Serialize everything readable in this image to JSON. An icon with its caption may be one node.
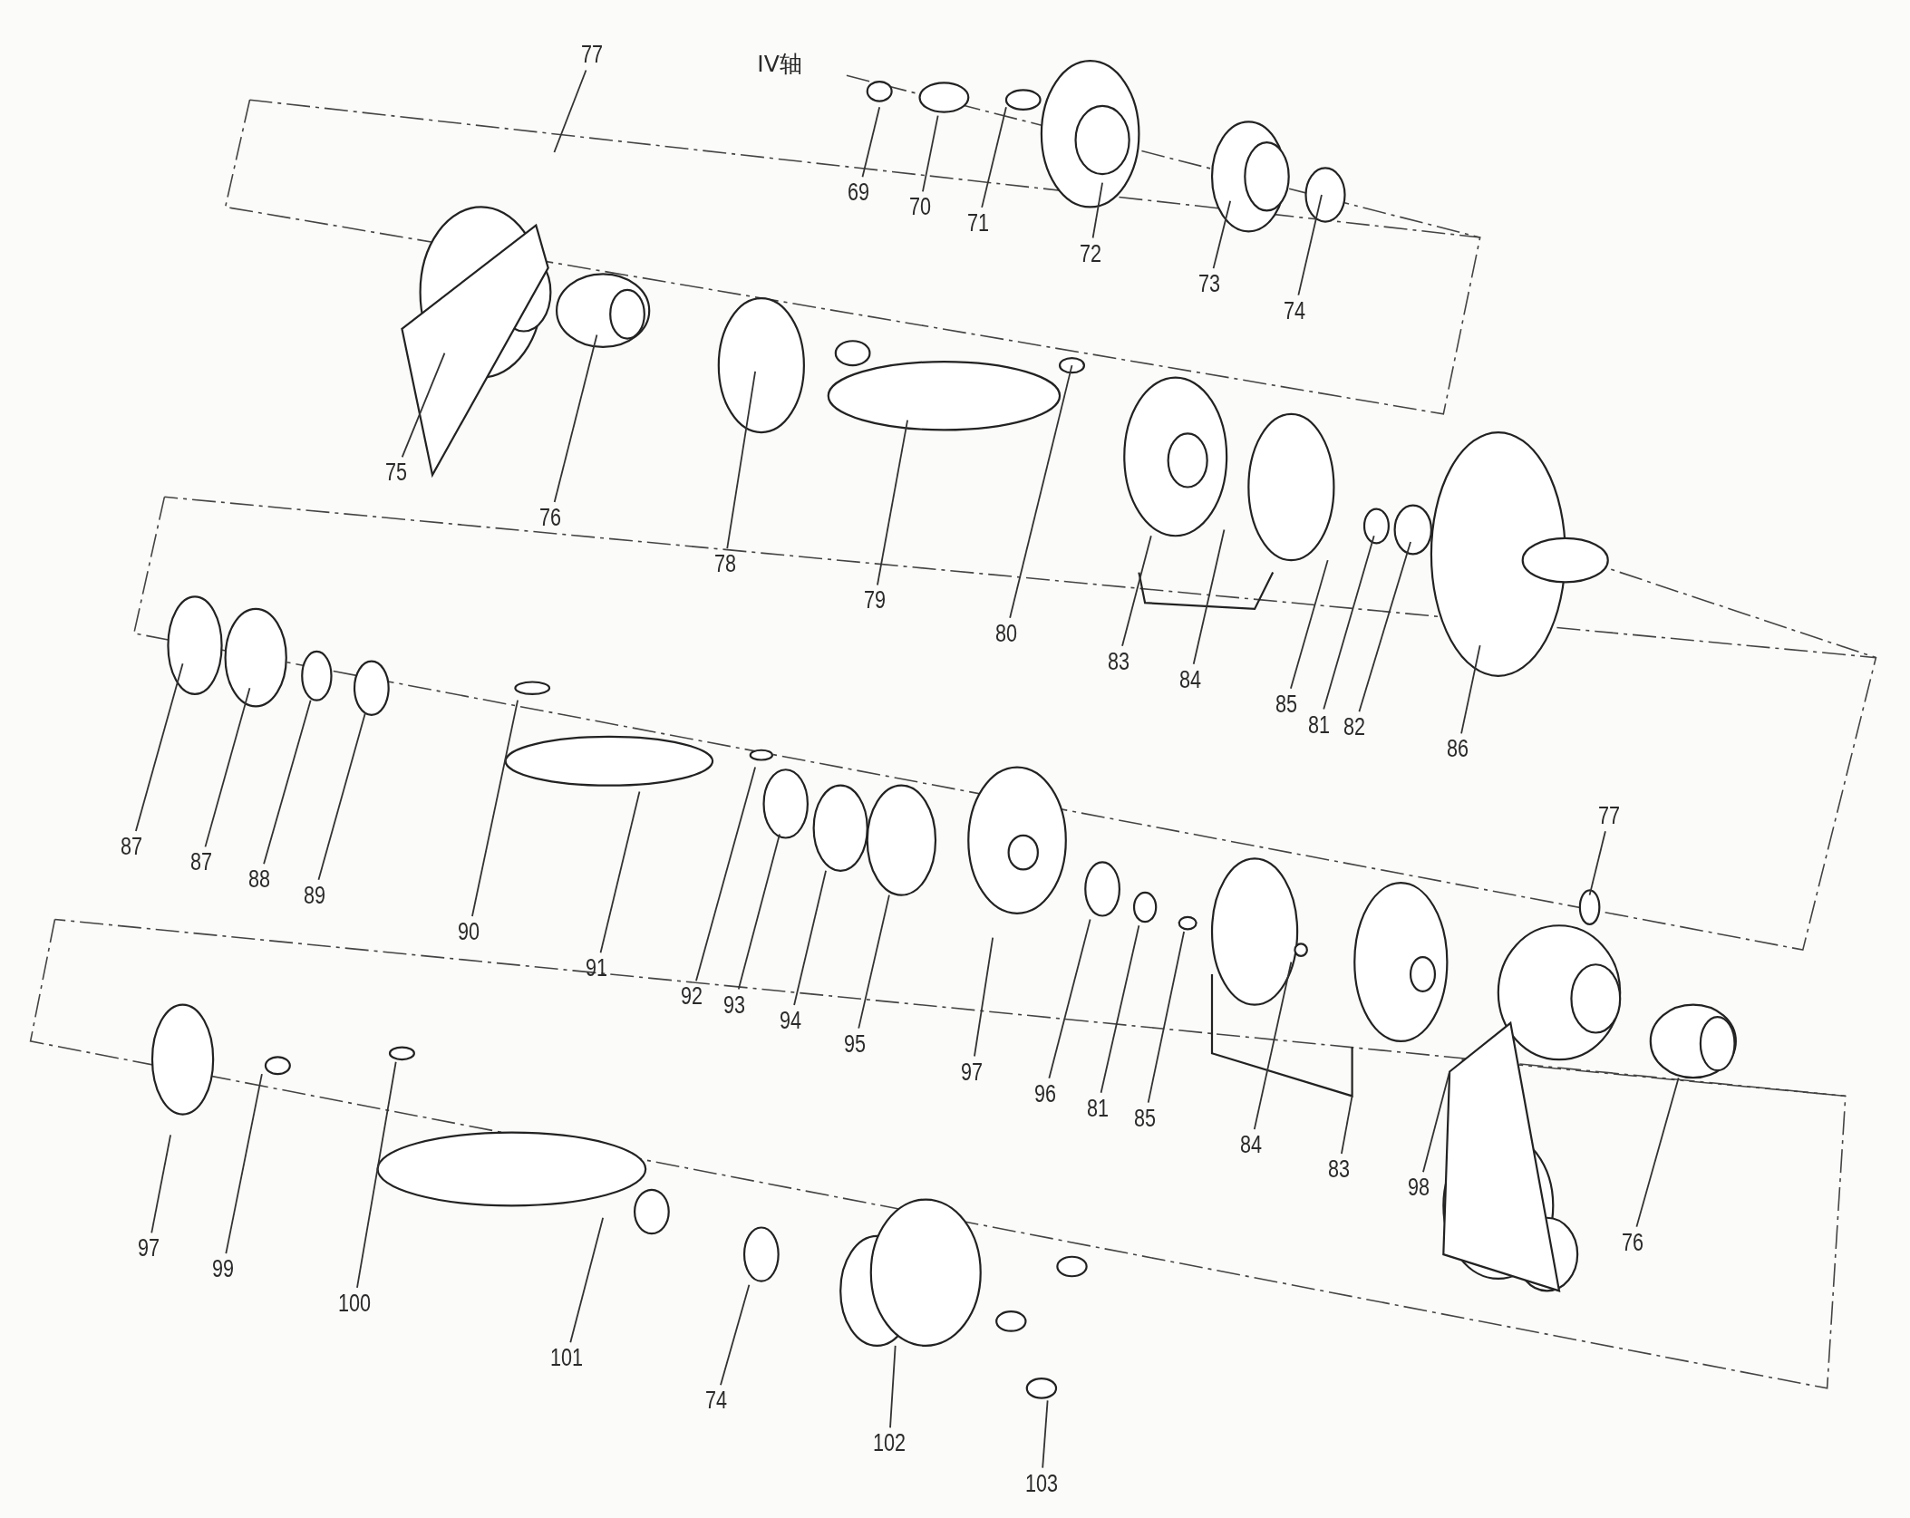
{
  "diagram": {
    "nodes": [
      {
        "text": [
          "77"
        ]
      },
      {
        "text": [
          "69"
        ]
      },
      {
        "text": [
          "70"
        ]
      },
      {
        "text": [
          "71"
        ]
      },
      {
        "text": [
          "72"
        ]
      },
      {
        "text": [
          "73"
        ]
      },
      {
        "text": [
          "74"
        ]
      },
      {
        "text": [
          "75"
        ]
      },
      {
        "text": [
          "76"
        ]
      },
      {
        "text": [
          "78"
        ]
      },
      {
        "text": [
          "79"
        ]
      },
      {
        "text": [
          "80"
        ]
      },
      {
        "text": [
          "83"
        ]
      },
      {
        "text": [
          "84"
        ]
      },
      {
        "text": [
          "85"
        ]
      },
      {
        "text": [
          "81"
        ]
      },
      {
        "text": [
          "82"
        ]
      },
      {
        "text": [
          "86"
        ]
      },
      {
        "text": [
          "87"
        ]
      },
      {
        "text": [
          "87"
        ]
      },
      {
        "text": [
          "88"
        ]
      },
      {
        "text": [
          "89"
        ]
      },
      {
        "text": [
          "90"
        ]
      },
      {
        "text": [
          "91"
        ]
      },
      {
        "text": [
          "92"
        ]
      },
      {
        "text": [
          "93"
        ]
      },
      {
        "text": [
          "94"
        ]
      },
      {
        "text": [
          "95"
        ]
      },
      {
        "text": [
          "97"
        ]
      },
      {
        "text": [
          "96"
        ]
      },
      {
        "text": [
          "81"
        ]
      },
      {
        "text": [
          "85"
        ]
      },
      {
        "text": [
          "84"
        ]
      },
      {
        "text": [
          "83"
        ]
      },
      {
        "text": [
          "77"
        ]
      },
      {
        "text": [
          "98"
        ]
      },
      {
        "text": [
          "76"
        ]
      },
      {
        "text": [
          "97"
        ]
      },
      {
        "text": [
          "99"
        ]
      },
      {
        "text": [
          "100"
        ]
      },
      {
        "text": [
          "101"
        ]
      },
      {
        "text": [
          "74"
        ]
      },
      {
        "text": [
          "102"
        ]
      },
      {
        "text": [
          "103"
        ]
      }
    ],
    "edges": [
      {
        "from": 0,
        "to": null,
        "arrow": "none"
      },
      {
        "from": 1,
        "to": null,
        "arrow": "none"
      },
      {
        "from": 2,
        "to": null,
        "arrow": "none"
      },
      {
        "from": 3,
        "to": null,
        "arrow": "none"
      },
      {
        "from": 4,
        "to": null,
        "arrow": "none"
      },
      {
        "from": 5,
        "to": null,
        "arrow": "none"
      },
      {
        "from": 6,
        "to": null,
        "arrow": "none"
      },
      {
        "from": 7,
        "to": null,
        "arrow": "none"
      },
      {
        "from": 8,
        "to": null,
        "arrow": "none"
      },
      {
        "from": 9,
        "to": null,
        "arrow": "none"
      },
      {
        "from": 10,
        "to": null,
        "arrow": "none"
      },
      {
        "from": 11,
        "to": null,
        "arrow": "none"
      },
      {
        "from": 12,
        "to": null,
        "arrow": "none"
      },
      {
        "from": 13,
        "to": null,
        "arrow": "none"
      },
      {
        "from": 14,
        "to": null,
        "arrow": "none"
      },
      {
        "from": 15,
        "to": null,
        "arrow": "none"
      },
      {
        "from": 16,
        "to": null,
        "arrow": "none"
      },
      {
        "from": 17,
        "to": null,
        "arrow": "none"
      },
      {
        "from": 18,
        "to": null,
        "arrow": "none"
      },
      {
        "from": 19,
        "to": null,
        "arrow": "none"
      },
      {
        "from": 20,
        "to": null,
        "arrow": "none"
      },
      {
        "from": 21,
        "to": null,
        "arrow": "none"
      },
      {
        "from": 22,
        "to": null,
        "arrow": "none"
      },
      {
        "from": 23,
        "to": null,
        "arrow": "none"
      },
      {
        "from": 24,
        "to": null,
        "arrow": "none"
      },
      {
        "from": 25,
        "to": null,
        "arrow": "none"
      },
      {
        "from": 26,
        "to": null,
        "arrow": "none"
      },
      {
        "from": 27,
        "to": null,
        "arrow": "none"
      },
      {
        "from": 28,
        "to": null,
        "arrow": "none"
      },
      {
        "from": 29,
        "to": null,
        "arrow": "none"
      },
      {
        "from": 30,
        "to": null,
        "arrow": "none"
      },
      {
        "from": 31,
        "to": null,
        "arrow": "none"
      },
      {
        "from": 32,
        "to": null,
        "arrow": "none"
      },
      {
        "from": 33,
        "to": null,
        "arrow": "none"
      },
      {
        "from": 34,
        "to": null,
        "arrow": "none"
      },
      {
        "from": 35,
        "to": null,
        "arrow": "none"
      },
      {
        "from": 36,
        "to": null,
        "arrow": "none"
      },
      {
        "from": 37,
        "to": null,
        "arrow": "none"
      },
      {
        "from": 38,
        "to": null,
        "arrow": "none"
      },
      {
        "from": 39,
        "to": null,
        "arrow": "none"
      },
      {
        "from": 40,
        "to": null,
        "arrow": "none"
      },
      {
        "from": 41,
        "to": null,
        "arrow": "none"
      },
      {
        "from": 42,
        "to": null,
        "arrow": "none"
      },
      {
        "from": 43,
        "to": null,
        "arrow": "none"
      }
    ],
    "labels": [
      "IV轴"
    ]
  }
}
